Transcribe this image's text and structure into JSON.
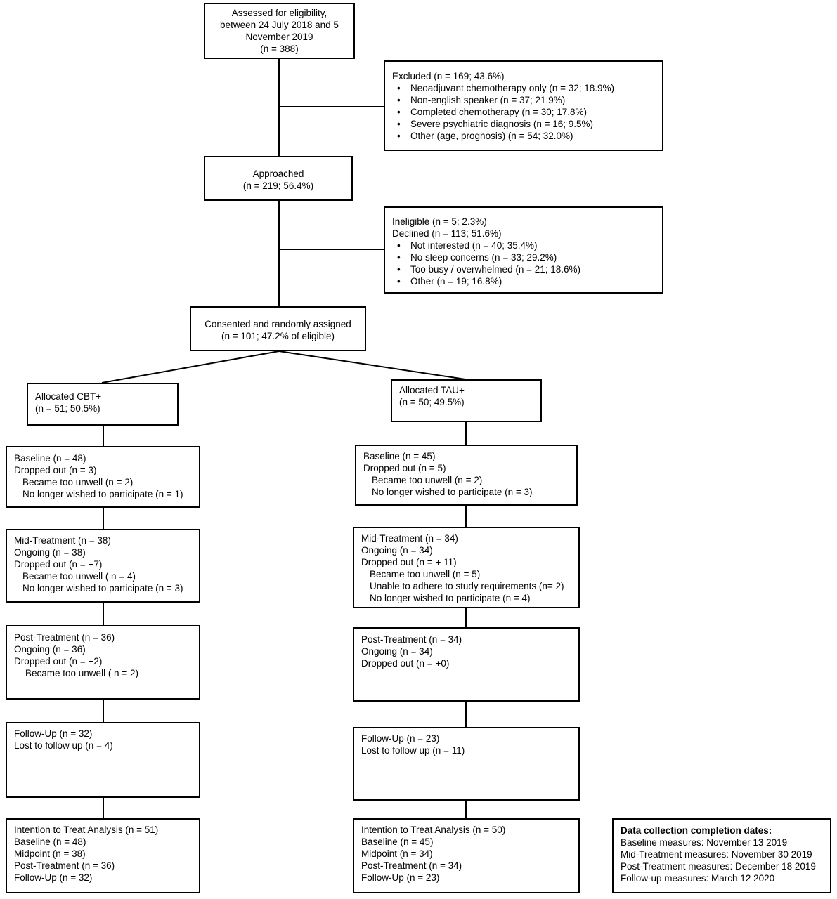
{
  "assessed": {
    "lines": [
      "Assessed for eligibility,",
      "between 24 July 2018 and 5",
      "November 2019",
      "(n = 388)"
    ]
  },
  "excluded": {
    "title": "Excluded (n = 169; 43.6%)",
    "items": [
      "Neoadjuvant chemotherapy only (n = 32; 18.9%)",
      "Non-english speaker (n = 37; 21.9%)",
      "Completed chemotherapy (n = 30; 17.8%)",
      "Severe psychiatric diagnosis (n = 16; 9.5%)",
      "Other (age, prognosis) (n = 54; 32.0%)"
    ]
  },
  "approached": {
    "lines": [
      "Approached",
      "(n = 219; 56.4%)"
    ]
  },
  "ineligible": {
    "line1": "Ineligible (n = 5; 2.3%)",
    "line2": "Declined (n = 113; 51.6%)",
    "items": [
      "Not interested (n = 40; 35.4%)",
      "No sleep concerns (n = 33; 29.2%)",
      "Too busy / overwhelmed (n = 21; 18.6%)",
      "Other (n = 19; 16.8%)"
    ]
  },
  "consented": {
    "lines": [
      "Consented and randomly assigned",
      "(n = 101; 47.2% of eligible)"
    ]
  },
  "cbt": {
    "allocated": [
      "Allocated CBT+",
      "(n = 51; 50.5%)"
    ],
    "baseline": [
      "Baseline (n = 48)",
      "Dropped out (n = 3)",
      "Became too unwell (n = 2)",
      "No longer wished to participate (n = 1)"
    ],
    "mid": [
      "Mid-Treatment (n = 38)",
      "Ongoing (n = 38)",
      "Dropped out (n = +7)",
      "Became too unwell ( n = 4)",
      "No longer wished to participate (n = 3)"
    ],
    "post": [
      "Post-Treatment (n = 36)",
      "Ongoing (n = 36)",
      "Dropped out (n = +2)",
      "Became too unwell ( n = 2)"
    ],
    "follow": [
      "Follow-Up (n = 32)",
      "Lost to follow up (n = 4)"
    ],
    "itt": [
      "Intention to Treat Analysis (n = 51)",
      "Baseline (n = 48)",
      "Midpoint (n = 38)",
      "Post-Treatment (n = 36)",
      "Follow-Up (n = 32)"
    ]
  },
  "tau": {
    "allocated": [
      "Allocated TAU+",
      "(n = 50; 49.5%)"
    ],
    "baseline": [
      "Baseline (n = 45)",
      "Dropped out (n = 5)",
      "Became too unwell (n = 2)",
      "No longer wished to participate (n = 3)"
    ],
    "mid": [
      "Mid-Treatment (n = 34)",
      "Ongoing (n = 34)",
      "Dropped out (n = + 11)",
      "Became too unwell (n = 5)",
      "Unable to adhere to study requirements (n= 2)",
      "No longer wished to participate (n = 4)"
    ],
    "post": [
      "Post-Treatment (n = 34)",
      "Ongoing (n = 34)",
      "Dropped out (n = +0)"
    ],
    "follow": [
      "Follow-Up (n = 23)",
      "Lost to follow up  (n = 11)"
    ],
    "itt": [
      "Intention to Treat Analysis (n = 50)",
      "Baseline (n = 45)",
      "Midpoint (n = 34)",
      "Post-Treatment (n = 34)",
      "Follow-Up (n = 23)"
    ]
  },
  "dates": {
    "title": "Data collection completion dates:",
    "lines": [
      "Baseline measures: November 13 2019",
      "Mid-Treatment measures: November 30 2019",
      "Post-Treatment measures: December 18 2019",
      "Follow-up measures: March 12 2020"
    ]
  }
}
